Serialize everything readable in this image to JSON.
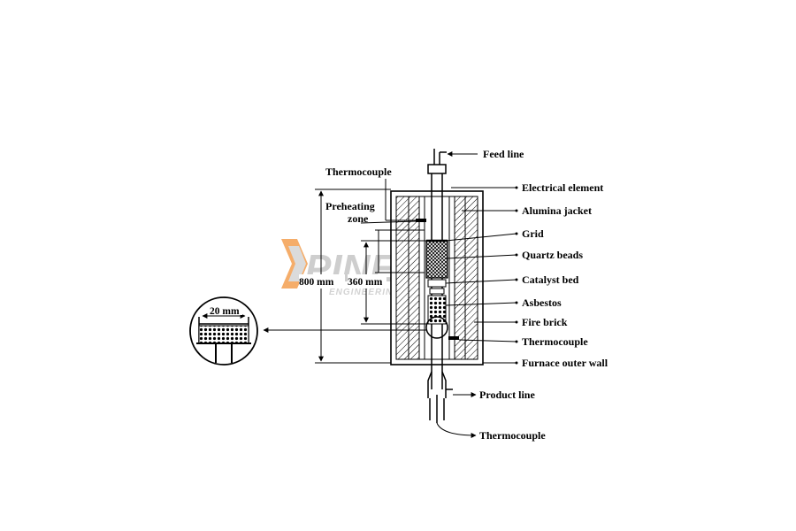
{
  "labels": {
    "feed_line": "Feed line",
    "thermocouple_top": "Thermocouple",
    "preheating_1": "Preheating",
    "preheating_2": "zone",
    "electrical_element": "Electrical element",
    "alumina_jacket": "Alumina jacket",
    "grid": "Grid",
    "quartz_beads": "Quartz beads",
    "catalyst_bed": "Catalyst bed",
    "asbestos": "Asbestos",
    "fire_brick": "Fire brick",
    "thermocouple_mid": "Thermocouple",
    "furnace_outer_wall": "Furnace outer wall",
    "product_line": "Product line",
    "thermocouple_bottom": "Thermocouple"
  },
  "dimensions": {
    "total_height": "800 mm",
    "zone_height": "360 mm",
    "inset_width": "20 mm"
  },
  "watermark": {
    "brand": "PINE",
    "sub": "ENGINEERING CO."
  },
  "colors": {
    "line": "#000000",
    "watermark_orange": "#f5a55a",
    "watermark_gray": "#c9c9c9"
  }
}
